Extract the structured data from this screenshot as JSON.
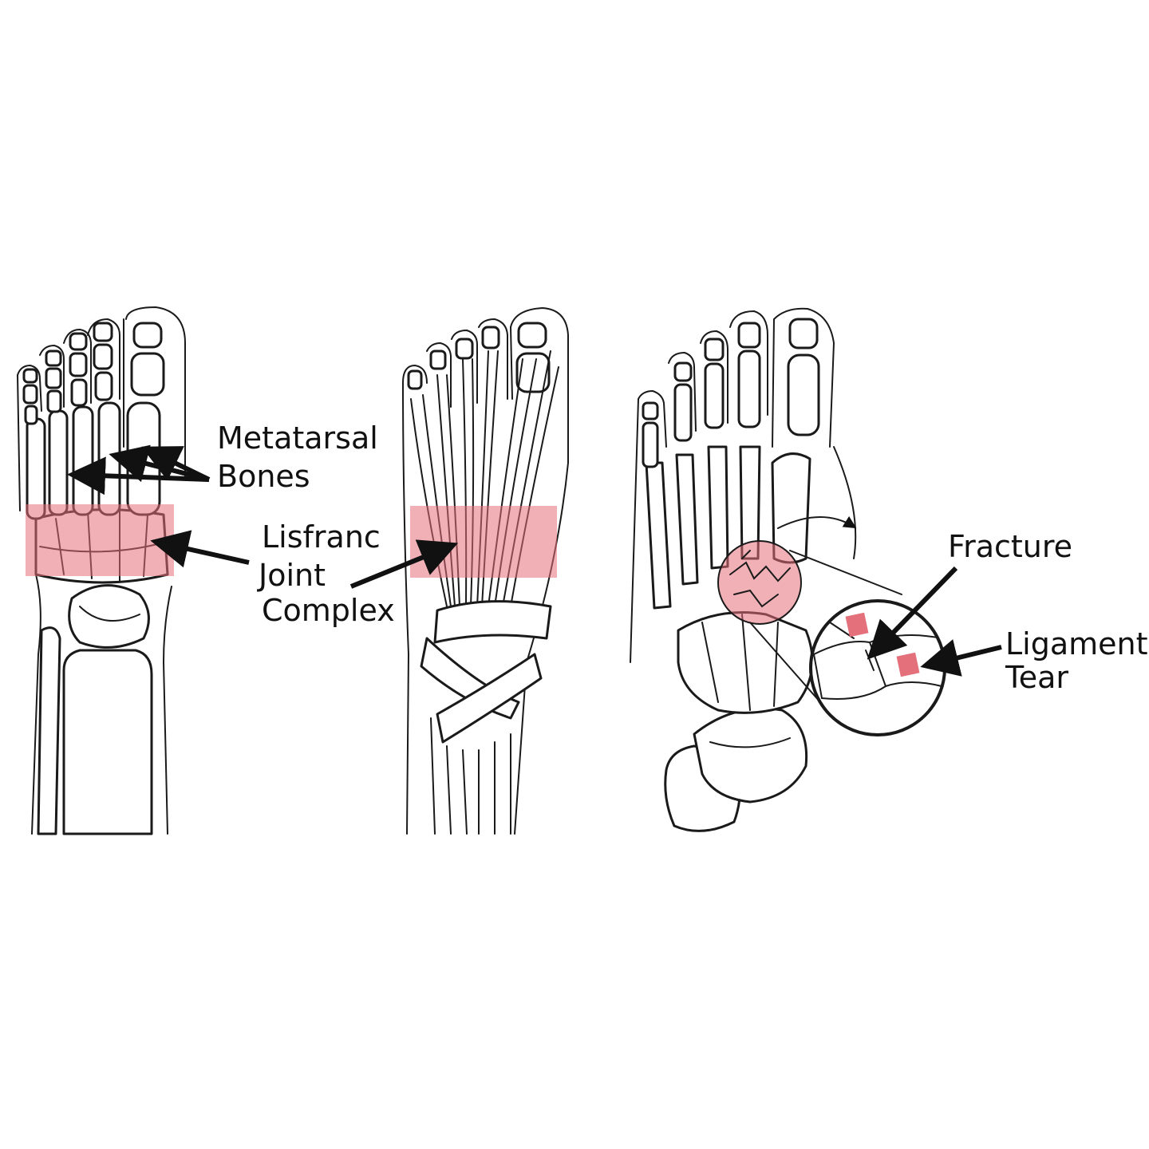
{
  "colors": {
    "highlight": "#e3707a",
    "line": "#1a1a1a",
    "background": "#ffffff"
  },
  "labels": {
    "metatarsal_line1": "Metatarsal",
    "metatarsal_line2": "Bones",
    "lisfranc_line1": "Lisfranc",
    "lisfranc_line2": "Joint",
    "lisfranc_line3": "Complex",
    "fracture": "Fracture",
    "ligament_line1": "Ligament",
    "ligament_line2": "Tear"
  }
}
